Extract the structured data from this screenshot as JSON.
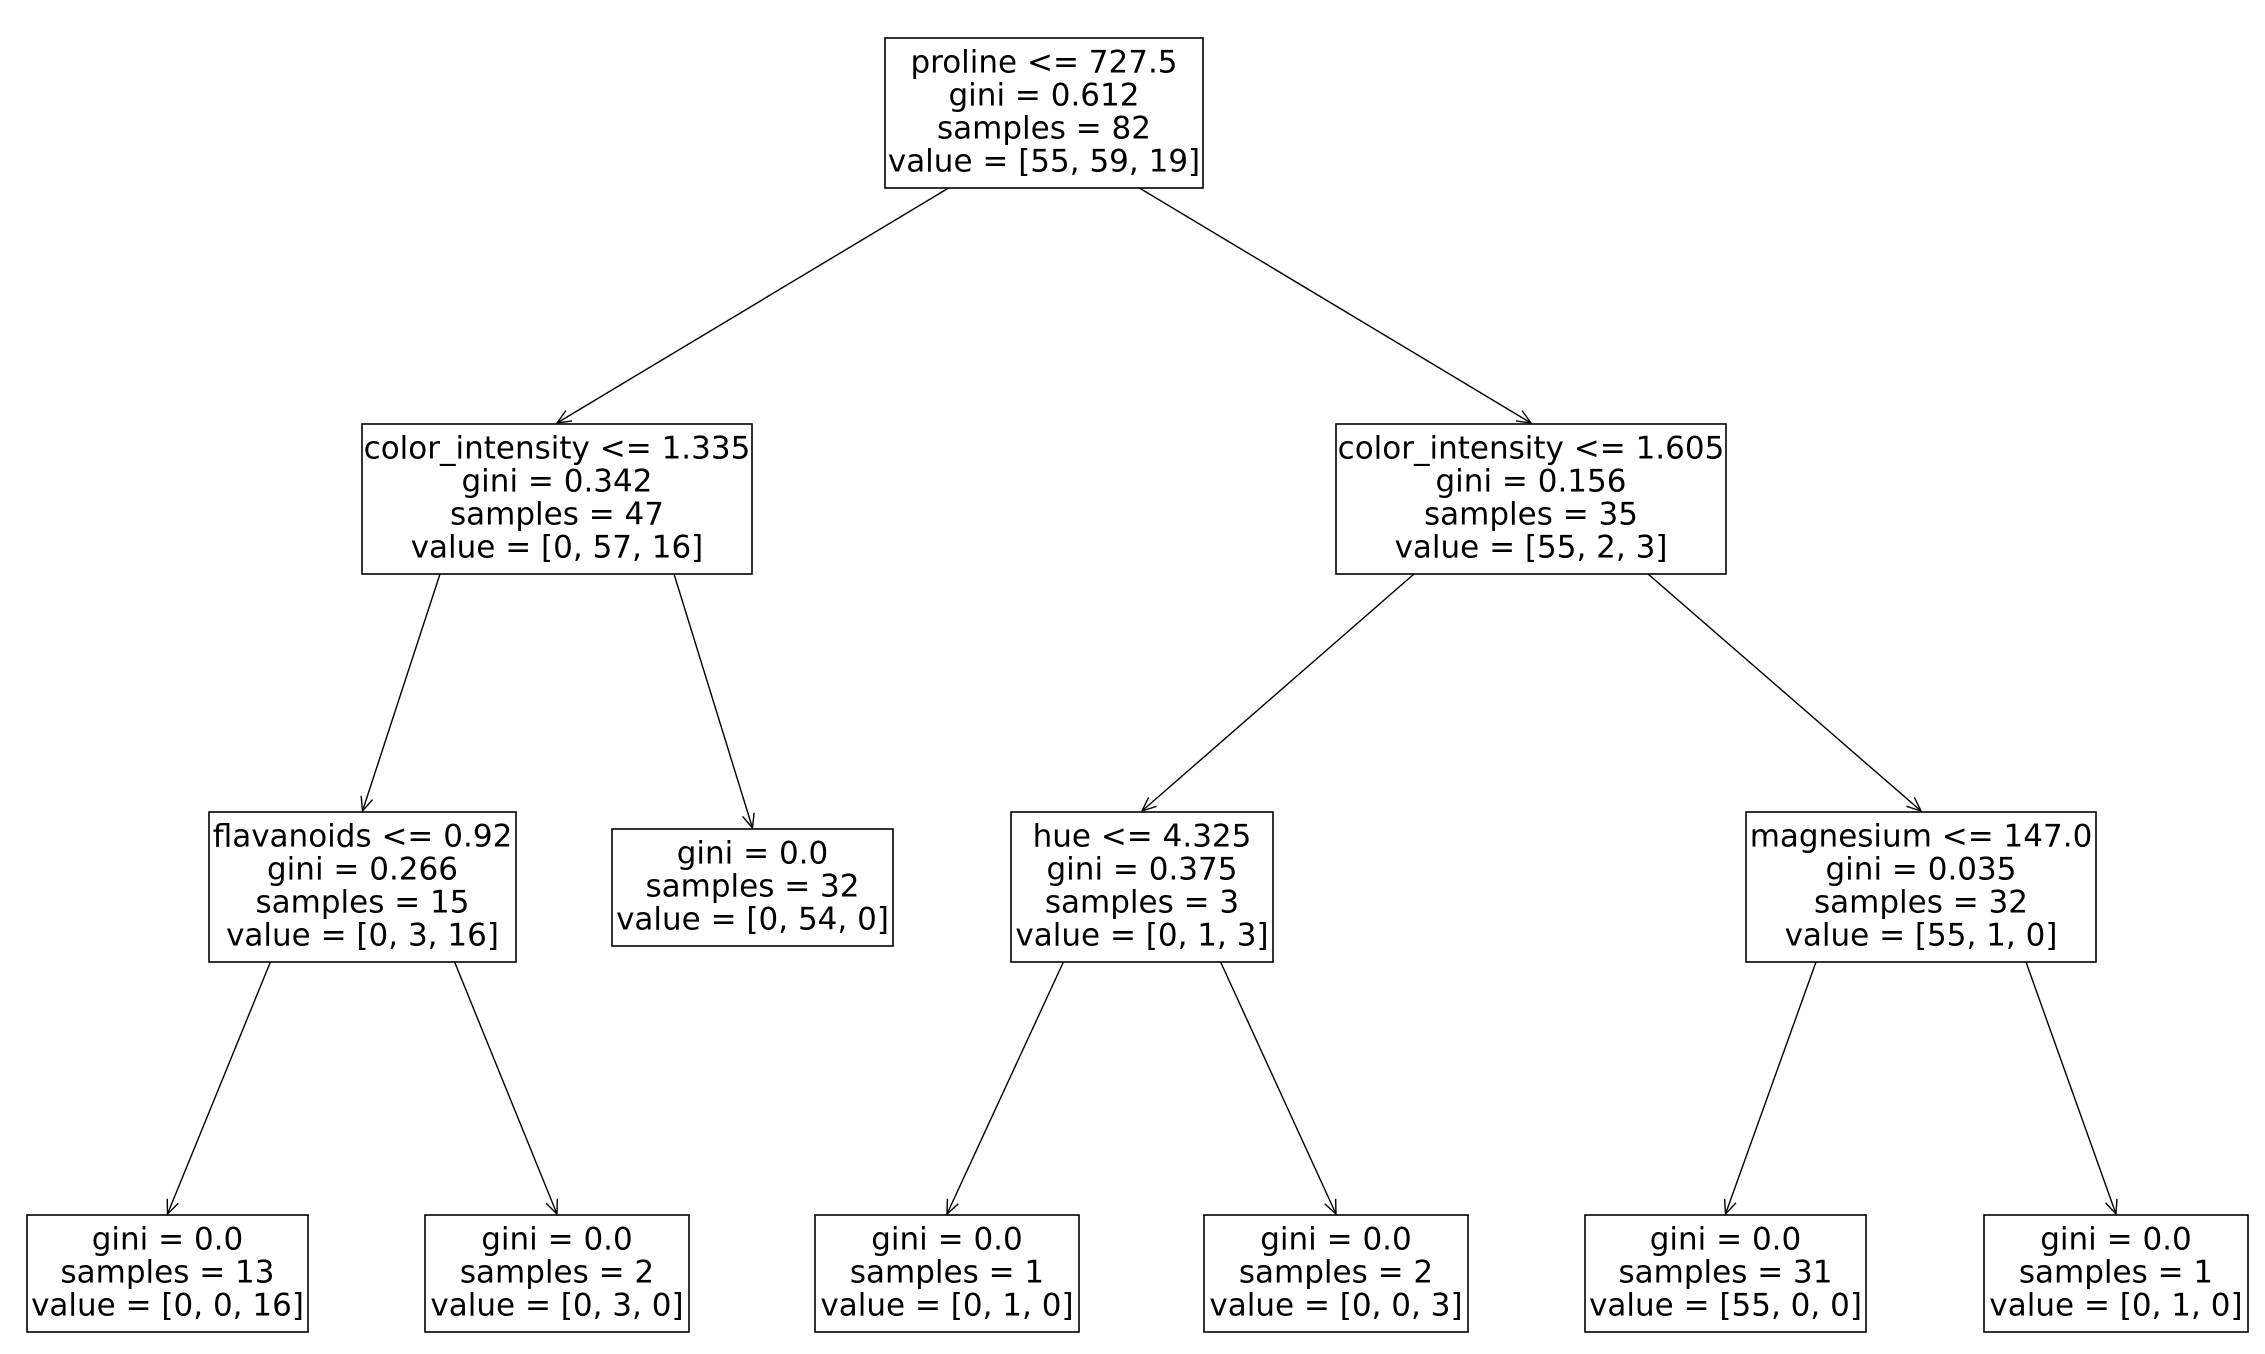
{
  "colors": {
    "background": "#ffffff",
    "stroke": "#000000",
    "text": "#000000"
  },
  "tree": {
    "nodes": [
      {
        "id": "n0",
        "lines": [
          "proline <= 727.5",
          "gini = 0.612",
          "samples = 82",
          "value = [55, 59, 19]"
        ]
      },
      {
        "id": "n1",
        "lines": [
          "color_intensity <= 1.335",
          "gini = 0.342",
          "samples = 47",
          "value = [0, 57, 16]"
        ]
      },
      {
        "id": "n2",
        "lines": [
          "color_intensity <= 1.605",
          "gini = 0.156",
          "samples = 35",
          "value = [55, 2, 3]"
        ]
      },
      {
        "id": "n3",
        "lines": [
          "flavanoids <= 0.92",
          "gini = 0.266",
          "samples = 15",
          "value = [0, 3, 16]"
        ]
      },
      {
        "id": "n4",
        "lines": [
          "gini = 0.0",
          "samples = 32",
          "value = [0, 54, 0]"
        ]
      },
      {
        "id": "n5",
        "lines": [
          "hue <= 4.325",
          "gini = 0.375",
          "samples = 3",
          "value = [0, 1, 3]"
        ]
      },
      {
        "id": "n6",
        "lines": [
          "magnesium <= 147.0",
          "gini = 0.035",
          "samples = 32",
          "value = [55, 1, 0]"
        ]
      },
      {
        "id": "n7",
        "lines": [
          "gini = 0.0",
          "samples = 13",
          "value = [0, 0, 16]"
        ]
      },
      {
        "id": "n8",
        "lines": [
          "gini = 0.0",
          "samples = 2",
          "value = [0, 3, 0]"
        ]
      },
      {
        "id": "n9",
        "lines": [
          "gini = 0.0",
          "samples = 1",
          "value = [0, 1, 0]"
        ]
      },
      {
        "id": "n10",
        "lines": [
          "gini = 0.0",
          "samples = 2",
          "value = [0, 0, 3]"
        ]
      },
      {
        "id": "n11",
        "lines": [
          "gini = 0.0",
          "samples = 31",
          "value = [55, 0, 0]"
        ]
      },
      {
        "id": "n12",
        "lines": [
          "gini = 0.0",
          "samples = 1",
          "value = [0, 1, 0]"
        ]
      }
    ],
    "edges": [
      {
        "from": "n0",
        "to": "n1"
      },
      {
        "from": "n0",
        "to": "n2"
      },
      {
        "from": "n1",
        "to": "n3"
      },
      {
        "from": "n1",
        "to": "n4"
      },
      {
        "from": "n2",
        "to": "n5"
      },
      {
        "from": "n2",
        "to": "n6"
      },
      {
        "from": "n3",
        "to": "n7"
      },
      {
        "from": "n3",
        "to": "n8"
      },
      {
        "from": "n5",
        "to": "n9"
      },
      {
        "from": "n5",
        "to": "n10"
      },
      {
        "from": "n6",
        "to": "n11"
      },
      {
        "from": "n6",
        "to": "n12"
      }
    ]
  }
}
